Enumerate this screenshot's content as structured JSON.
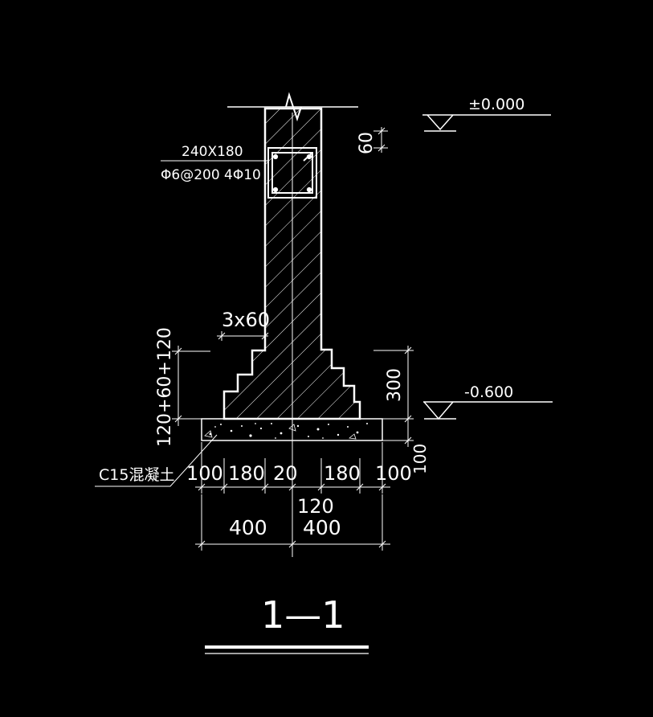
{
  "drawing": {
    "elevation_top": "±0.000",
    "elevation_bottom": "-0.600",
    "beam_section": "240X180",
    "beam_rebar": "Φ6@200 4Φ10",
    "offset_60": "60",
    "step_label": "3x60",
    "left_height": "120+60+120",
    "right_height": "300",
    "concrete_label": "C15混凝土",
    "pad_thickness": "100",
    "dim_row1": [
      "100",
      "180",
      "20",
      "180",
      "100"
    ],
    "dim_center": "120",
    "dim_halves": [
      "400",
      "400"
    ],
    "section_title": "1—1"
  },
  "colors": {
    "background": "#000000",
    "line": "#ffffff"
  }
}
